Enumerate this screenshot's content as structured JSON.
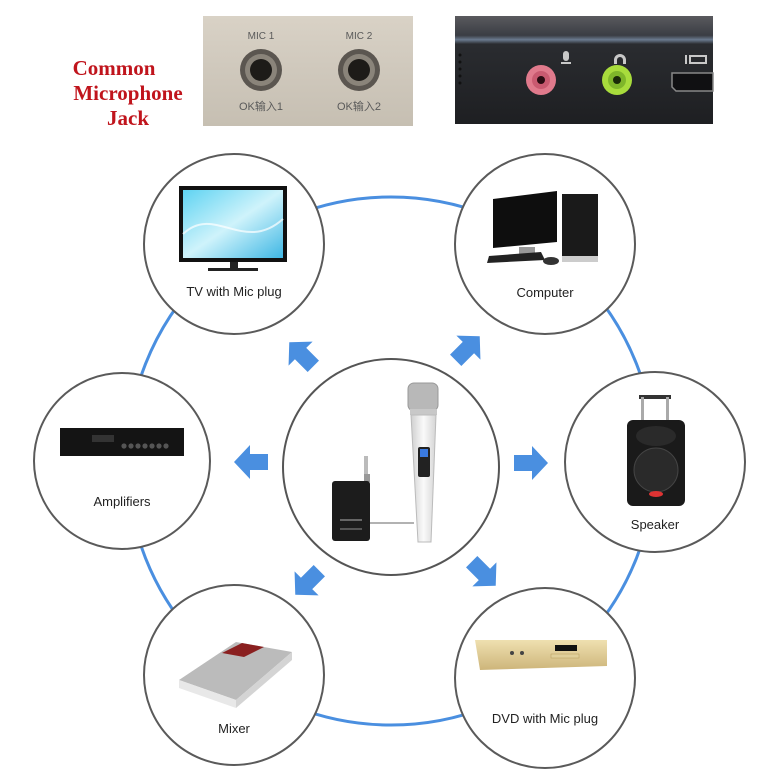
{
  "header": {
    "title_line1": "Common",
    "title_line2": "Microphone Jack",
    "title_color": "#c0141c",
    "karaoke_panel": {
      "jack1_top": "MIC 1",
      "jack2_top": "MIC 2",
      "jack1_bottom": "OK输入1",
      "jack2_bottom": "OK输入2"
    },
    "computer_panel": {
      "ports": [
        "microphone-jack",
        "headphone-jack",
        "hdmi-port"
      ],
      "mic_jack_color": "#e07a8c",
      "headphone_jack_color": "#a8dc3c"
    }
  },
  "diagram": {
    "ring_color": "#4a8fe0",
    "arrow_color": "#4a8fe0",
    "center": {
      "label": "",
      "device": "wireless-microphone-with-receiver"
    },
    "nodes": [
      {
        "id": "tv",
        "label": "TV with Mic plug",
        "device": "tv-icon",
        "arrow": "up-left"
      },
      {
        "id": "computer",
        "label": "Computer",
        "device": "computer-icon",
        "arrow": "up-right"
      },
      {
        "id": "amplifiers",
        "label": "Amplifiers",
        "device": "amplifier-icon",
        "arrow": "left"
      },
      {
        "id": "speaker",
        "label": "Speaker",
        "device": "speaker-icon",
        "arrow": "right"
      },
      {
        "id": "mixer",
        "label": "Mixer",
        "device": "mixer-icon",
        "arrow": "down-left"
      },
      {
        "id": "dvd",
        "label": "DVD with Mic plug",
        "device": "dvd-player-icon",
        "arrow": "down-right"
      }
    ]
  }
}
